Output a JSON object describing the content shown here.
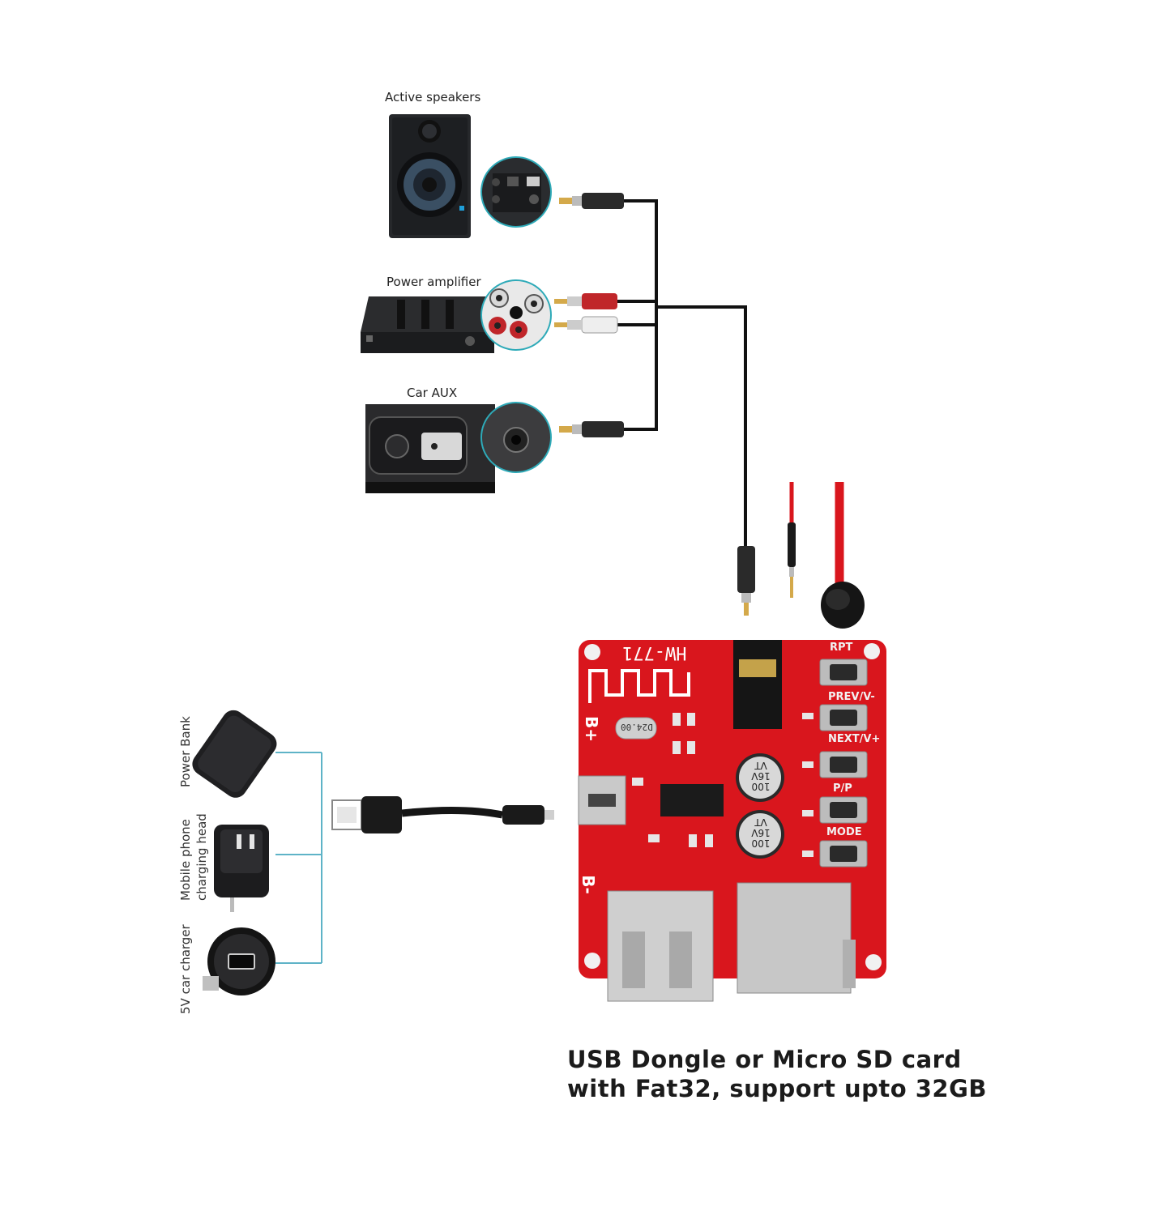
{
  "outputs": {
    "active_speakers": "Active speakers",
    "power_amplifier": "Power amplifier",
    "car_aux": "Car AUX"
  },
  "power_sources": {
    "power_bank": "Power Bank",
    "phone_charger_line1": "Mobile phone",
    "phone_charger_line2": "charging head",
    "car_charger": "5V car charger"
  },
  "board": {
    "model": "HW-771",
    "buttons": [
      "RPT",
      "PREV/V-",
      "NEXT/V+",
      "P/P",
      "MODE"
    ],
    "power_plus": "B+",
    "power_minus": "B-",
    "crystal_text": "D24.00",
    "capacitor_text_1": "100",
    "capacitor_text_2": "16V",
    "capacitor_text_3": "VT",
    "accent_color": "#d9161d"
  },
  "caption": {
    "line1": "USB Dongle or Micro SD card",
    "line2": "with Fat32, support upto 32GB"
  }
}
